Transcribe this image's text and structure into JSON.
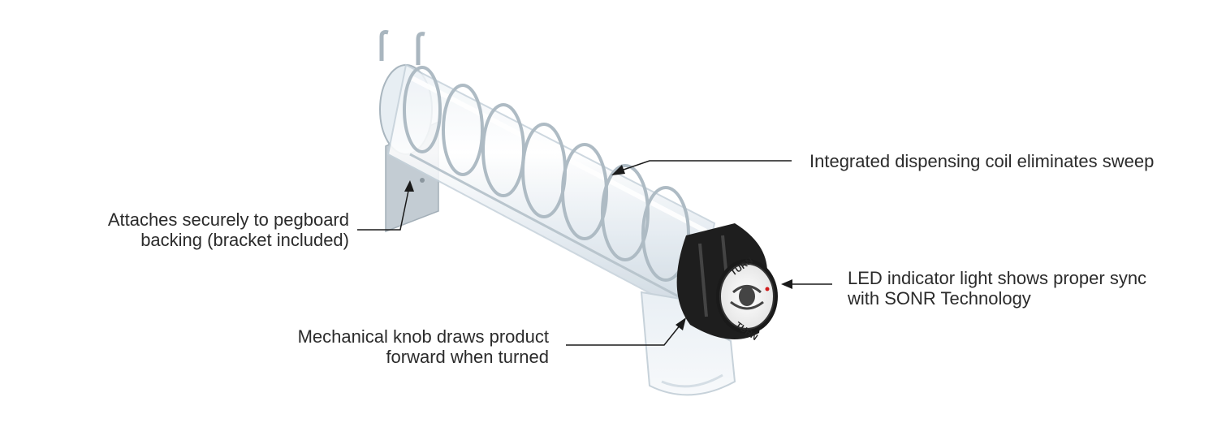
{
  "colors": {
    "text": "#2b2b2b",
    "tube": "#d9e3ec",
    "coil": "#b6c3cc",
    "knob": "#1e1e1e",
    "led": "#d11a1a"
  },
  "callouts": {
    "coil": {
      "lines": [
        "Integrated dispensing coil eliminates sweep"
      ]
    },
    "pegboard": {
      "lines": [
        "Attaches securely to pegboard",
        "backing (bracket included)"
      ]
    },
    "led": {
      "lines": [
        "LED indicator light shows proper sync",
        "with SONR Technology"
      ]
    },
    "knob": {
      "lines": [
        "Mechanical knob draws product",
        "forward when turned"
      ]
    }
  },
  "knob_face": {
    "text_top": "TURN",
    "text_bottom": "TURN"
  }
}
